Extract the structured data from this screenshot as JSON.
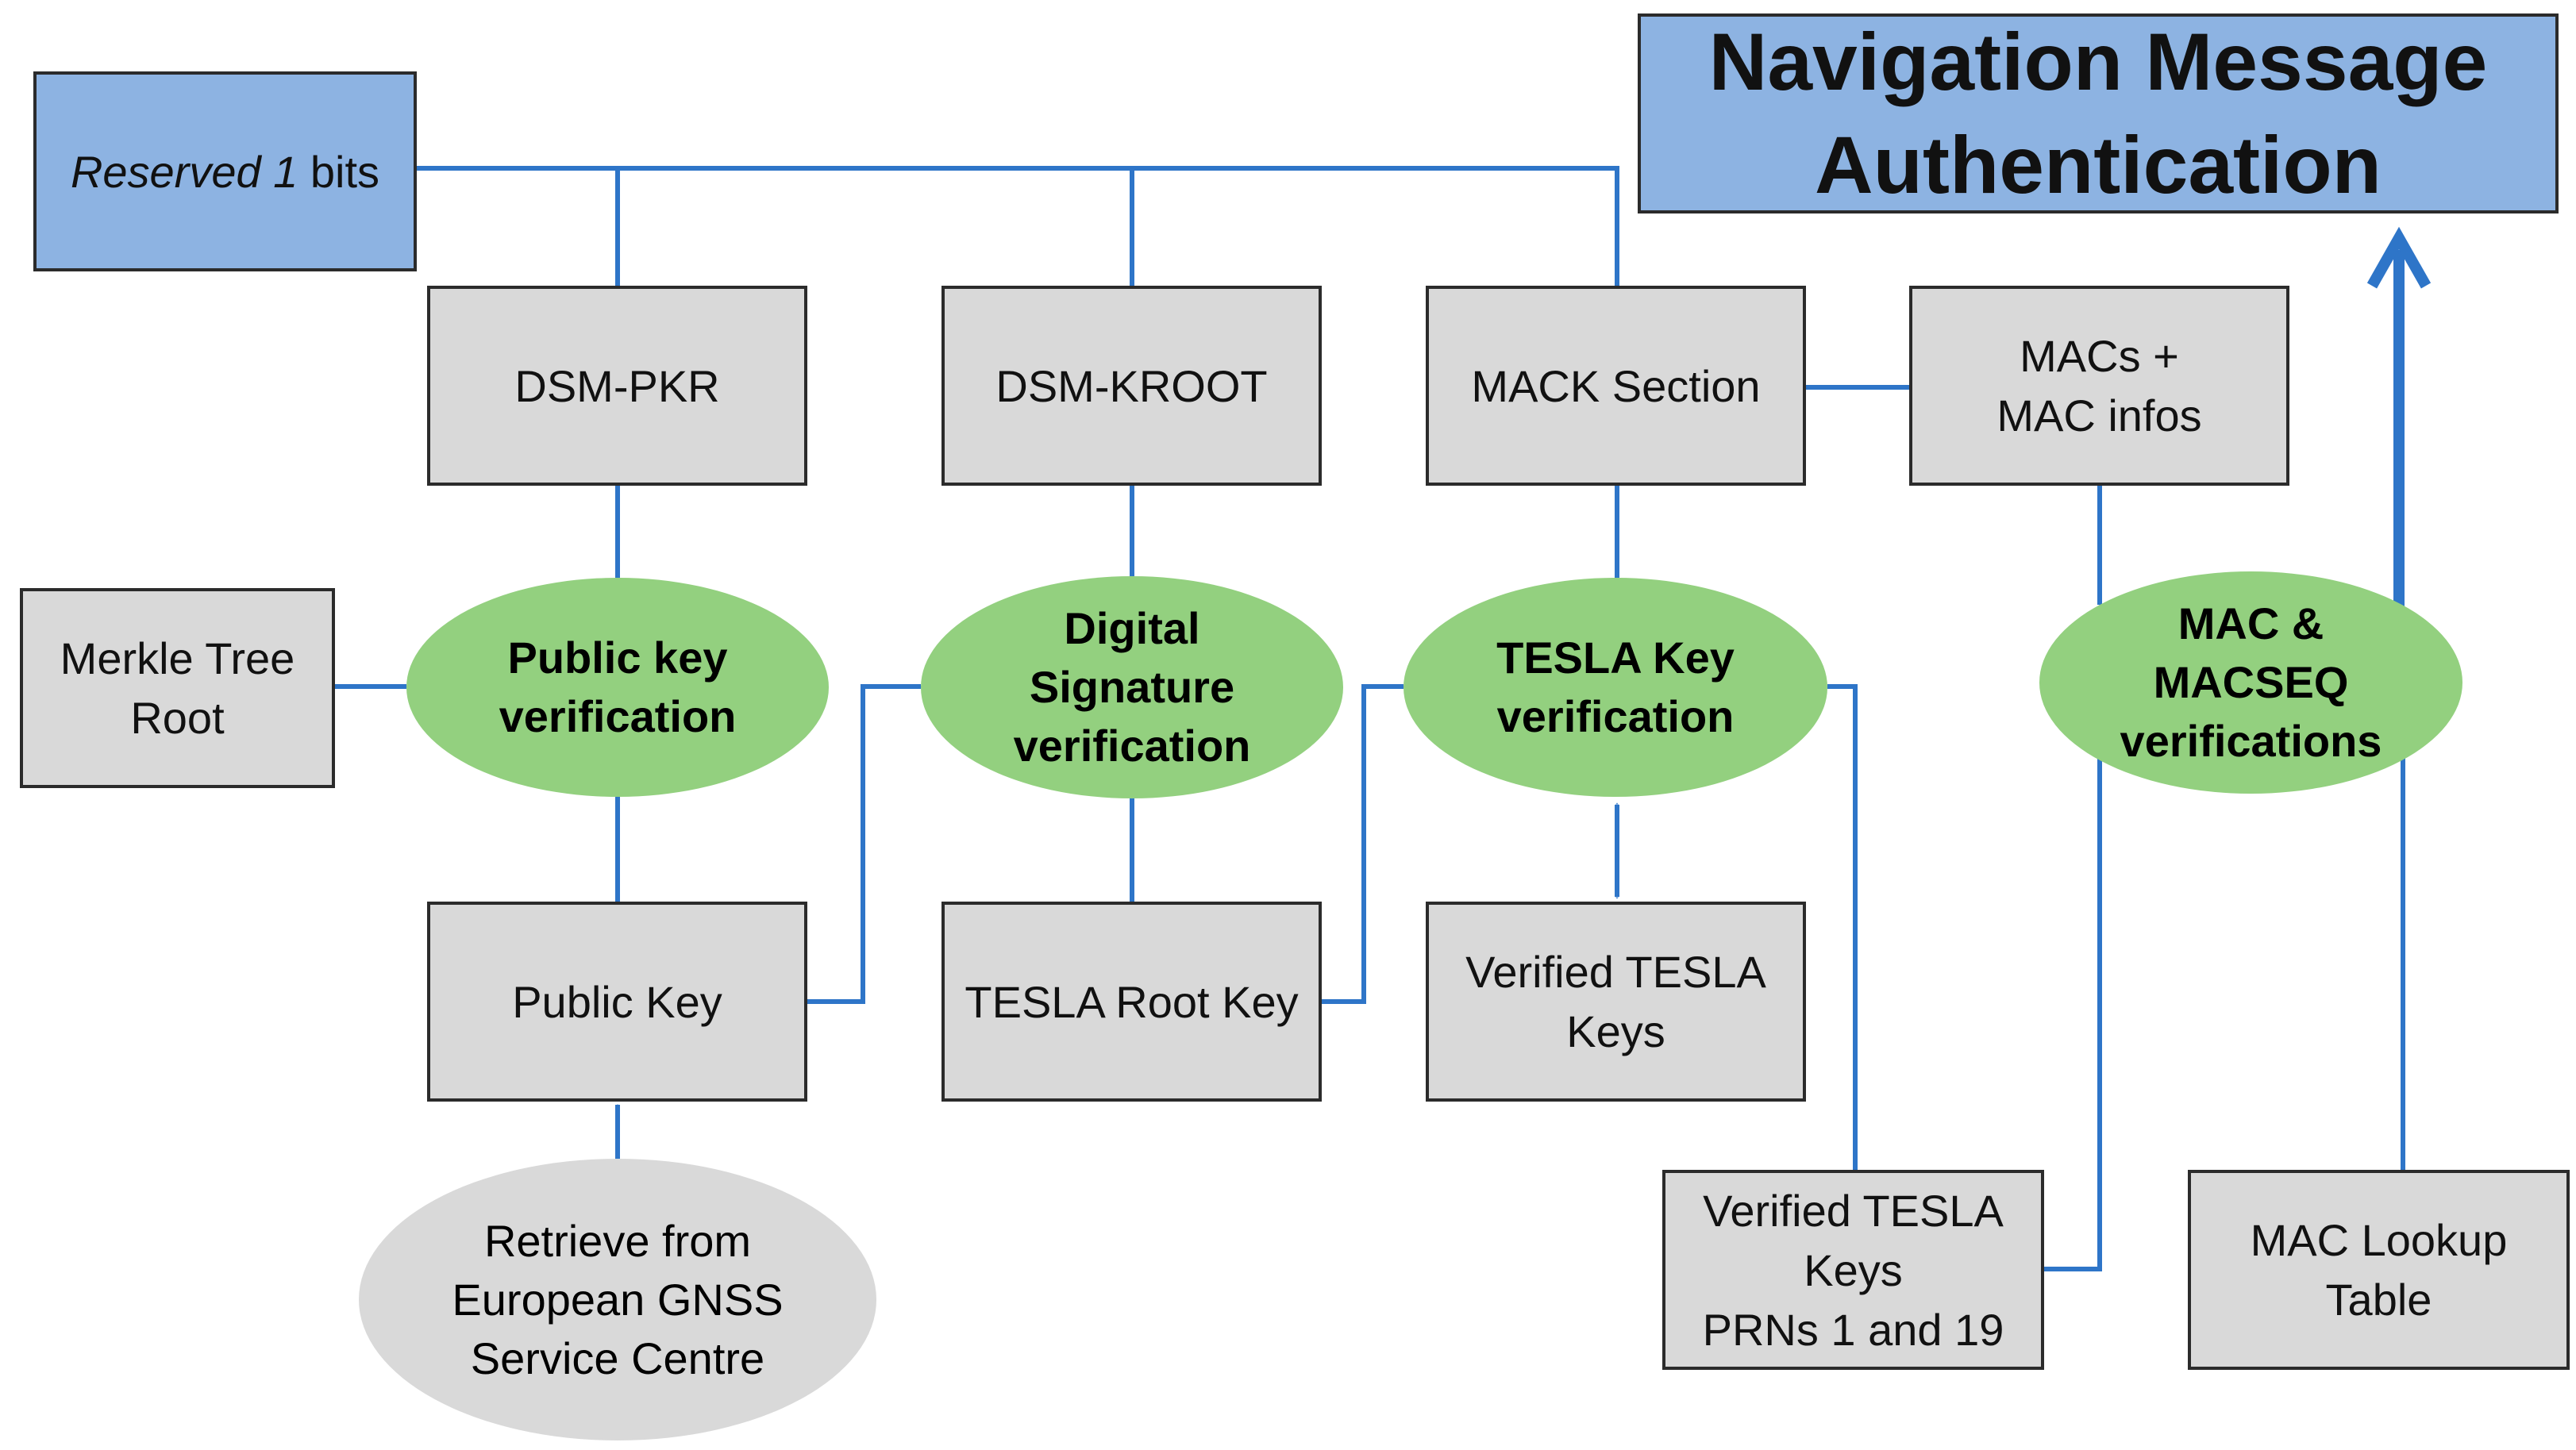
{
  "title": "Navigation Message\nAuthentication",
  "reserved": {
    "italic": "Reserved 1",
    "rest": " bits"
  },
  "boxes": {
    "dsm_pkr": "DSM-PKR",
    "dsm_kroot": "DSM-KROOT",
    "mack_section": "MACK Section",
    "macs": "MACs +\nMAC infos",
    "merkle": "Merkle Tree\nRoot",
    "public_key": "Public Key",
    "tesla_root_key": "TESLA Root Key",
    "verified_tesla_keys": "Verified TESLA\nKeys",
    "verified_tesla_prn": "Verified TESLA\nKeys\nPRNs 1 and 19",
    "mac_lookup": "MAC Lookup\nTable"
  },
  "processes": {
    "public_key_verification": "Public key\nverification",
    "digital_signature_verification": "Digital\nSignature\nverification",
    "tesla_key_verification": "TESLA Key\nverification",
    "mac_verifications": "MAC &\nMACSEQ\nverifications",
    "retrieve": "Retrieve from\nEuropean GNSS\nService Centre"
  },
  "colors": {
    "arrow": "#2e75c8",
    "box_grey": "#d9d9d9",
    "box_blue": "#8db3e2",
    "process_green": "#93d07f",
    "border": "#2b2b2b"
  }
}
